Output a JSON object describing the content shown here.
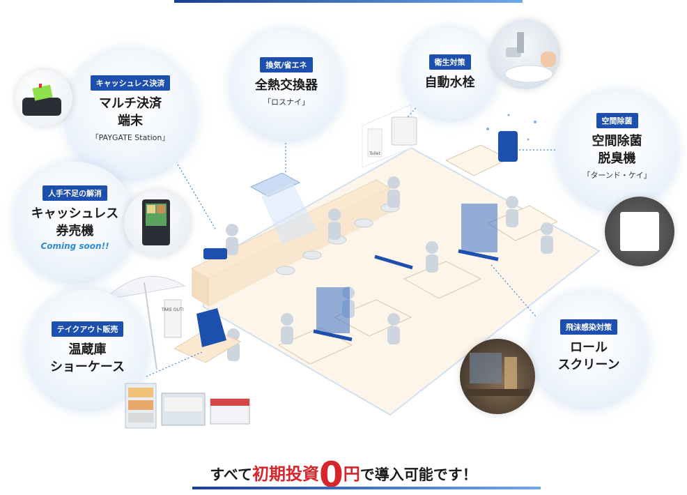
{
  "bubbles": {
    "cashless": {
      "tag": "キャッシュレス決済",
      "title1": "マルチ決済",
      "title2": "端末",
      "sub": "「PAYGATE Station」"
    },
    "ventilation": {
      "tag": "換気/省エネ",
      "title1": "全熱交換器",
      "sub": "「ロスナイ」"
    },
    "hygiene": {
      "tag": "衛生対策",
      "title1": "自動水栓"
    },
    "sterilize": {
      "tag": "空間除菌",
      "title1": "空間除菌",
      "title2": "脱臭機",
      "sub": "「ターンド・ケイ」"
    },
    "staffing": {
      "tag": "人手不足の解消",
      "title1": "キャッシュレス",
      "title2": "券売機",
      "soon": "Coming soon!!"
    },
    "takeout": {
      "tag": "テイクアウト販売",
      "title1": "温蔵庫",
      "title2": "ショーケース"
    },
    "droplet": {
      "tag": "飛沫感染対策",
      "title1": "ロール",
      "title2": "スクリーン"
    }
  },
  "signs": {
    "toilet": "Toilet",
    "takeout": "TAKE OUT!"
  },
  "footer": {
    "pre": "すべて",
    "highlight": "初期投資",
    "zero": "0",
    "yen": "円",
    "post": "で導入可能です！"
  },
  "colors": {
    "brand_blue": "#1d4fae",
    "accent_red": "#d7252c",
    "floor": "#fdf5ea"
  }
}
